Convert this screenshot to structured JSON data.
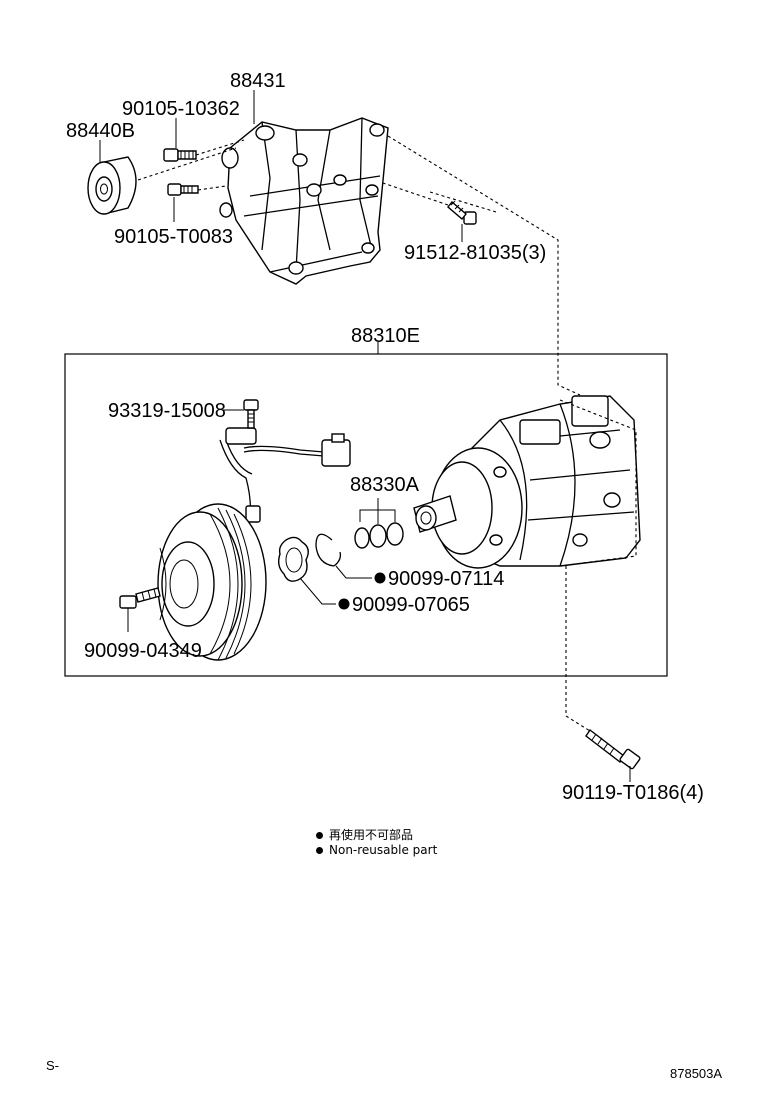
{
  "labels": {
    "bracket": "88431",
    "bolt_upper": "90105-10362",
    "idler_pulley": "88440B",
    "bolt_lower": "90105-T0083",
    "bolt_right": "91512-81035(3)",
    "compressor_assy": "88310E",
    "screw": "93319-15008",
    "oring_kit": "88330A",
    "snap_ring": "90099-07114",
    "shim": "90099-07065",
    "clutch_bolt": "90099-04349",
    "mount_bolt": "90119-T0186(4)"
  },
  "legend": {
    "line1": "再使用不可部品",
    "line2": "Non-reusable part"
  },
  "footer": {
    "left": "S-",
    "code": "878503A"
  }
}
